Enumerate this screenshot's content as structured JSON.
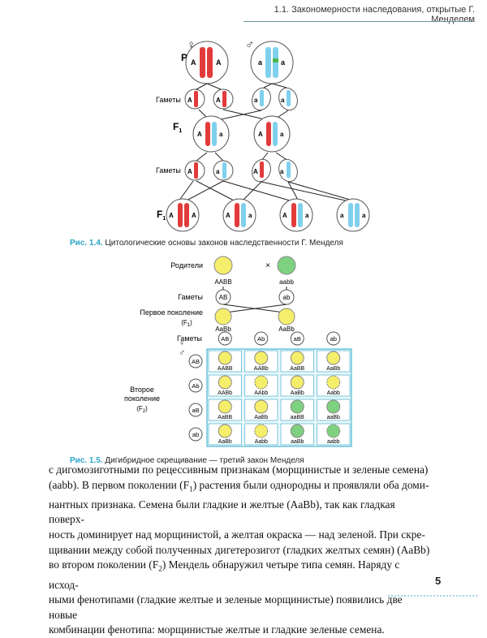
{
  "header": {
    "running_title": "1.1. Закономерности наследования, открытые Г. Менделем"
  },
  "figure1": {
    "caption_num": "Рис. 1.4.",
    "caption_text": "Цитологические основы законов наследственности Г. Менделя",
    "label_p": "P",
    "label_gametes": "Гаметы",
    "label_f": "F",
    "label_sub1": "1",
    "female_symbol": "♀",
    "male_symbol": "♂",
    "allele_A": "A",
    "allele_a": "a",
    "colors": {
      "dominant": "#e23b3b",
      "recessive": "#7fd0ec",
      "marker": "#4fb64f"
    }
  },
  "figure2": {
    "caption_num": "Рис. 1.5.",
    "caption_text": "Дигибридное скрещивание — третий закон Менделя",
    "label_parents": "Родители",
    "cross": "×",
    "parent1": "AABB",
    "parent2": "aabb",
    "label_gametes": "Гаметы",
    "gamete_AB": "AB",
    "gamete_ab": "ab",
    "label_first_gen": "Первое поколение",
    "label_f1": "(F",
    "label_f1_sub": "1",
    "label_f1_close": ")",
    "f1_genotype": "AaBb",
    "grid_header_label": "Гаметы",
    "female_symbol": "♀",
    "male_symbol": "♂",
    "gametes": [
      "AB",
      "Ab",
      "aB",
      "ab"
    ],
    "label_second_1": "Второе",
    "label_second_2": "поколение",
    "label_f2": "(F",
    "label_f2_sub": "2",
    "label_f2_close": ")",
    "grid": [
      [
        "AABB",
        "AABb",
        "AaBB",
        "AaBb"
      ],
      [
        "AABb",
        "AAbb",
        "AaBb",
        "Aabb"
      ],
      [
        "AaBB",
        "AaBb",
        "aaBB",
        "aaBb"
      ],
      [
        "AaBb",
        "Aabb",
        "aaBb",
        "aabb"
      ]
    ],
    "colors": {
      "yellow": "#f5ee6a",
      "green": "#7ed17e",
      "border": "#2aa7c9"
    }
  },
  "body_text": {
    "l1": "с дигомозиготными по рецессивным признакам (морщинистые и зеленые семена)",
    "l2": "(aabb). В первом поколении (F",
    "l2_sub": "1",
    "l2_rest": ") растения были однородны и проявляли оба доми-",
    "l3": "нантных признака. Семена были гладкие и желтые (AaBb), так как гладкая поверх-",
    "l4": "ность доминирует над морщинистой, а желтая окраска — над зеленой. При скре-",
    "l5": "щивании между собой полученных дигетерозигот (гладких желтых семян) (AaBb)",
    "l6": "во втором поколении (F",
    "l6_sub": "2",
    "l6_rest": ") Мендель обнаружил четыре типа семян. Наряду с исход-",
    "l7": "ными фенотипами (гладкие желтые и зеленые морщинистые) появились две новые",
    "l8": "комбинации фенотипа: морщинистые желтые и гладкие зеленые семена."
  },
  "footer": {
    "page_number": "5"
  }
}
